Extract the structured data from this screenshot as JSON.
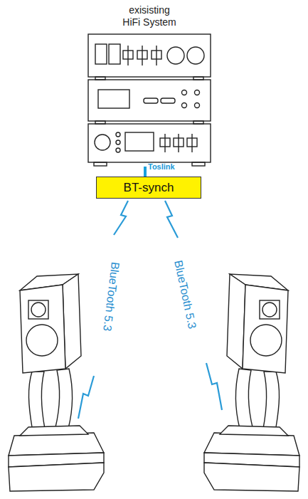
{
  "diagram": {
    "nodes": [
      {
        "text": [
          "exisisting HiFi System"
        ]
      },
      {
        "text": [
          "BT-synch"
        ]
      }
    ],
    "edges": [
      {
        "from": 0,
        "to": 1,
        "arrow": "none",
        "label": "Toslink"
      }
    ],
    "labels": [
      "BlueTooth 5.3",
      "BlueTooth 5.3"
    ]
  }
}
